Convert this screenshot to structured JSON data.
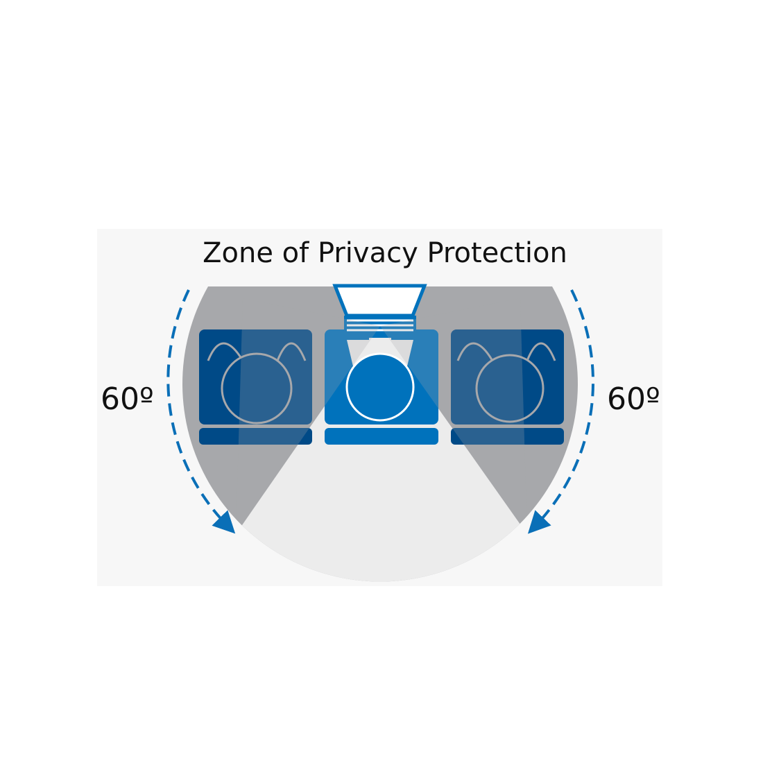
{
  "title": "Zone of Privacy Protection",
  "left_angle": "60º",
  "right_angle": "60º",
  "colors": {
    "dark_blue": "#004a87",
    "blue": "#0072bc",
    "gray": "#a7a8ab",
    "light": "#ececec",
    "arrow": "#0a6fb7"
  }
}
